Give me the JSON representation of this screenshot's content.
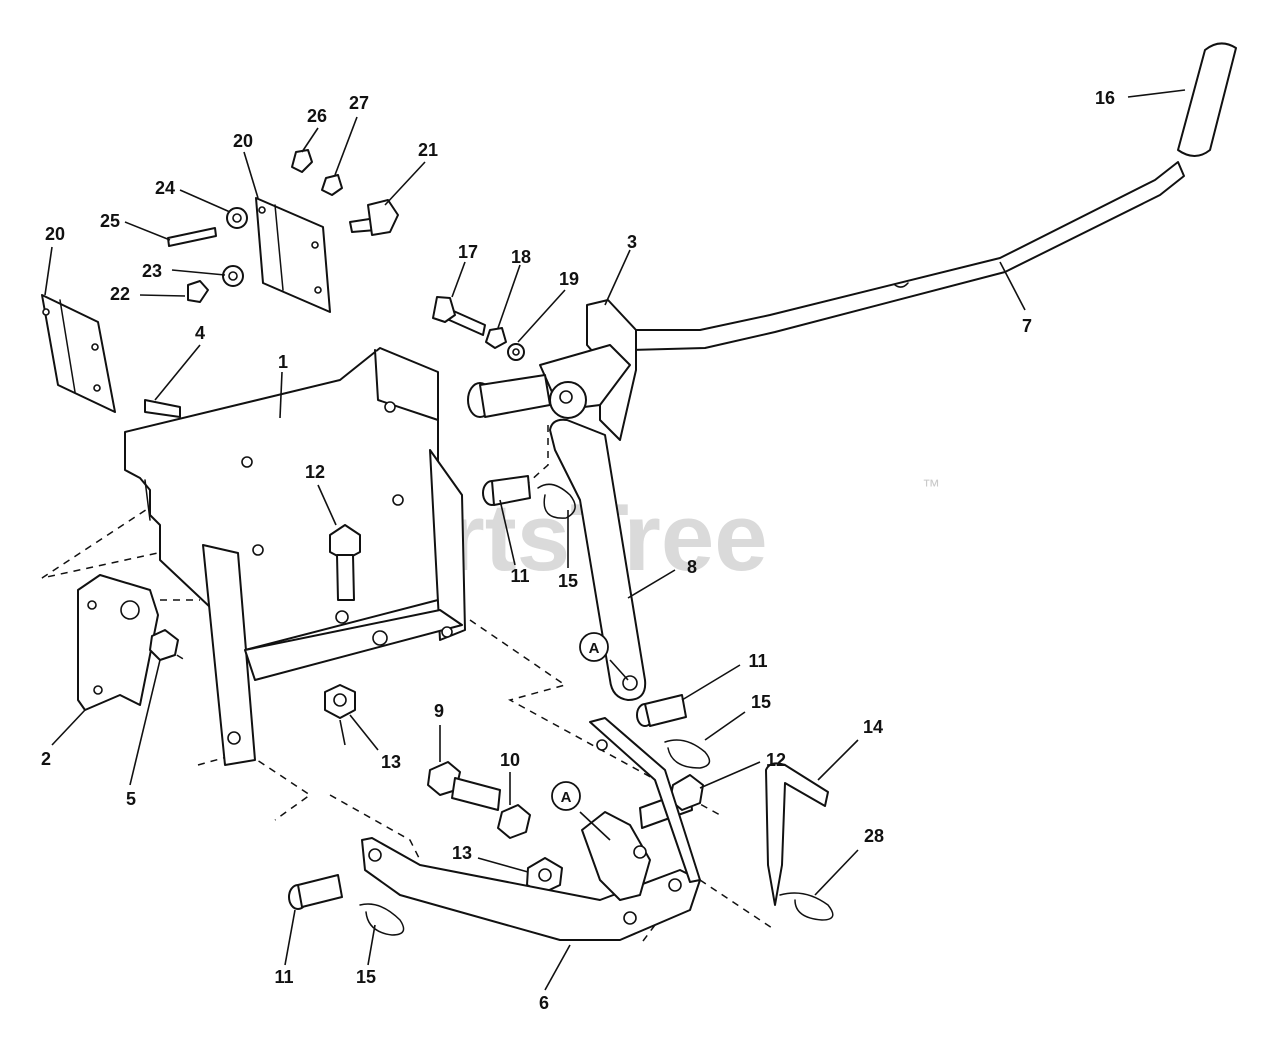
{
  "watermark": {
    "text": "PartsTree",
    "trademark": "™"
  },
  "callouts": [
    "A",
    "A"
  ],
  "labels": [
    "16",
    "27",
    "26",
    "20",
    "21",
    "24",
    "25",
    "20",
    "23",
    "22",
    "17",
    "18",
    "19",
    "3",
    "7",
    "4",
    "1",
    "12",
    "11",
    "15",
    "8",
    "2",
    "5",
    "13",
    "11",
    "15",
    "9",
    "10",
    "12",
    "14",
    "13",
    "28",
    "11",
    "15",
    "6"
  ]
}
